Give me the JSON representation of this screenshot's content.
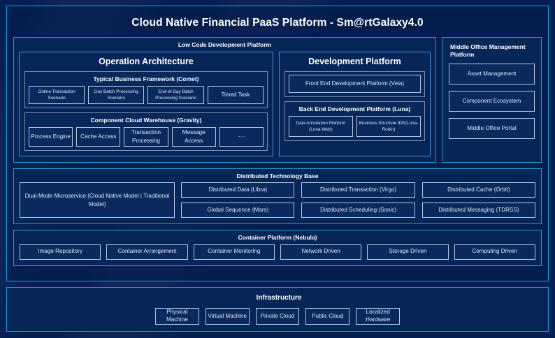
{
  "platform": {
    "title": "Cloud Native Financial PaaS Platform - Sm@rtGalaxy4.0",
    "colors": {
      "background": "#041f52",
      "panel_fill": "#072658",
      "outer_border": "#1f9ede",
      "inner_border": "#4f8fd6",
      "chip_border": "#b9c6dd",
      "text": "#ffffff"
    }
  },
  "low_code": {
    "heading": "Low Code Development Platform",
    "operation_architecture": {
      "heading": "Operation Architecture",
      "typical_business_framework": {
        "heading": "Typical Business Framework (Comet)",
        "items": [
          "Online Transaction Scenario",
          "Day Batch Processing Scenario",
          "End-of-Day Batch Processing Scenario",
          "Timed Task"
        ]
      },
      "component_cloud_warehouse": {
        "heading": "Component Cloud Warehouse (Gravity)",
        "items": [
          "Process Engine",
          "Cache Access",
          "Transaction Processing",
          "Message Access",
          "......"
        ]
      }
    },
    "development_platform": {
      "heading": "Development Platform",
      "front_end": {
        "heading": "Front End Development Platform (Vela)"
      },
      "back_end": {
        "heading": "Back End Development Platform (Luna)",
        "items": [
          "Data Annotation Platform (Luna-Web)",
          "Business Structure IDE(Luna-Robin)"
        ]
      }
    }
  },
  "middle_office": {
    "heading": "Middle Office Management Platform",
    "items": [
      "Asset Management",
      "Component Ecosystem",
      "Middle Office Portal"
    ]
  },
  "distributed_technology_base": {
    "heading": "Distributed Technology Base",
    "dual_mode": "Dual-Mode Microservice (Cloud Native Model | Traditional Model)",
    "items": [
      "Distributed Data (Libra)",
      "Distributed Transaction (Virgo)",
      "Distributed Cache (Orbit)",
      "Global Sequence (Mars)",
      "Distributed Scheduling (Sonic)",
      "Distributed Messaging (TDRSS)"
    ]
  },
  "container_platform": {
    "heading": "Container Platform (Nebula)",
    "items": [
      "Image Repository",
      "Container Arrangement",
      "Container Monitoring",
      "Network Driven",
      "Storage Driven",
      "Computing Driven"
    ]
  },
  "infrastructure": {
    "label": "Infrastructure",
    "items": [
      "Physical Machine",
      "Virtual Machine",
      "Private Cloud",
      "Public Cloud",
      "Localized Hardware"
    ]
  }
}
